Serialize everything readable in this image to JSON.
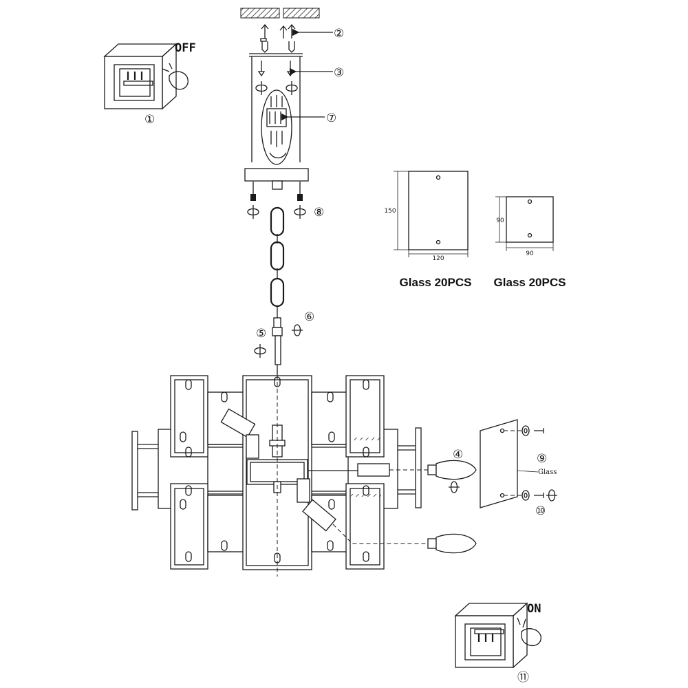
{
  "switch_off": {
    "label": "OFF",
    "step": "①"
  },
  "switch_on": {
    "label": "ON",
    "step": "⑪"
  },
  "callouts": {
    "c2": "②",
    "c3": "③",
    "c4": "④",
    "c5": "⑤",
    "c6": "⑥",
    "c7": "⑦",
    "c8": "⑧",
    "c9": "⑨",
    "c10": "⑩"
  },
  "glass_large": {
    "width": "120",
    "height": "150",
    "caption": "Glass 20PCS"
  },
  "glass_small": {
    "width": "90",
    "height": "90",
    "caption": "Glass 20PCS"
  },
  "glass_pointer_label": "Glass",
  "icons": [
    "wall-switch-icon",
    "hand-pointer-icon",
    "screwdriver-rotate-icon",
    "light-bulb-icon",
    "screw-icon",
    "washer-icon",
    "wall-anchor-icon"
  ]
}
